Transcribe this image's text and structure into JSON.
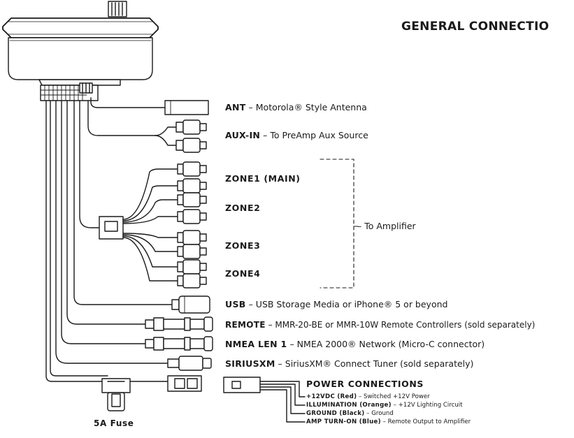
{
  "title": "GENERAL CONNECTIO",
  "connections": [
    {
      "name": "ANT",
      "desc": " – Motorola® Style Antenna"
    },
    {
      "name": "AUX-IN",
      "desc": " – To PreAmp Aux Source"
    },
    {
      "name": "USB",
      "desc": " – USB Storage Media or iPhone® 5 or beyond"
    },
    {
      "name": "REMOTE",
      "desc": " – MMR-20-BE or MMR-10W Remote Controllers (sold separately)"
    },
    {
      "name": "NMEA LEN 1",
      "desc": " – NMEA 2000® Network (Micro-C connector)"
    },
    {
      "name": "SIRIUSXM",
      "desc": " – SiriusXM® Connect Tuner (sold separately)"
    }
  ],
  "zones": [
    "ZONE1 (MAIN)",
    "ZONE2",
    "ZONE3",
    "ZONE4"
  ],
  "amplifier_label": "– To Amplifier",
  "power": {
    "title": "POWER CONNECTIONS",
    "items": [
      {
        "name": "+12VDC  (Red)",
        "desc": " – Switched +12V Power"
      },
      {
        "name": "ILLUMINATION  (Orange)",
        "desc": " – +12V Lighting Circuit"
      },
      {
        "name": "GROUND  (Black)",
        "desc": " – Ground"
      },
      {
        "name": "AMP TURN-ON  (Blue)",
        "desc": " – Remote Output to Amplifier"
      }
    ]
  },
  "fuse_label": "5A Fuse",
  "colors": {
    "ink": "#1a1a1a",
    "background": "#ffffff"
  }
}
